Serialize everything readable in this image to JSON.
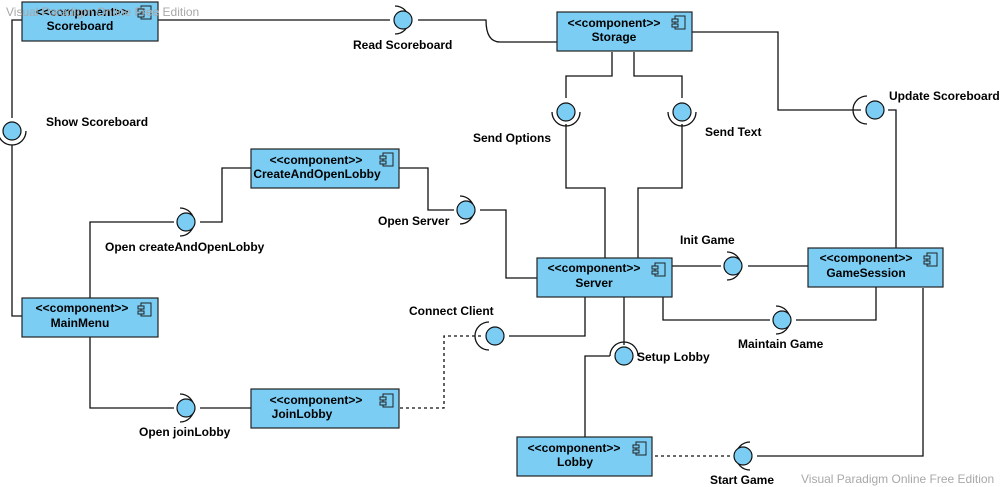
{
  "colors": {
    "component_fill": "#7bcdf4",
    "line": "#111111",
    "watermark": "#a8a8a8"
  },
  "watermark": {
    "top_left": "Visual Paradigm Online Free Edition",
    "bottom_right": "Visual Paradigm Online Free Edition"
  },
  "components": {
    "scoreboard": {
      "stereotype": "<<component>>",
      "name": "Scoreboard"
    },
    "storage": {
      "stereotype": "<<component>>",
      "name": "Storage"
    },
    "create_and_open_lobby": {
      "stereotype": "<<component>>",
      "name": "CreateAndOpenLobby"
    },
    "server": {
      "stereotype": "<<component>>",
      "name": "Server"
    },
    "game_session": {
      "stereotype": "<<component>>",
      "name": "GameSession"
    },
    "main_menu": {
      "stereotype": "<<component>>",
      "name": "MainMenu"
    },
    "join_lobby": {
      "stereotype": "<<component>>",
      "name": "JoinLobby"
    },
    "lobby": {
      "stereotype": "<<component>>",
      "name": "Lobby"
    }
  },
  "interfaces": {
    "read_scoreboard": "Read Scoreboard",
    "show_scoreboard": "Show Scoreboard",
    "send_options": "Send Options",
    "send_text": "Send Text",
    "update_scoreboard": "Update Scoreboard",
    "open_server": "Open Server",
    "open_create_and_open_lobby": "Open createAndOpenLobby",
    "init_game": "Init Game",
    "connect_client": "Connect Client",
    "maintain_game": "Maintain Game",
    "setup_lobby": "Setup Lobby",
    "open_join_lobby": "Open joinLobby",
    "start_game": "Start Game"
  },
  "icons": [
    "component-icon"
  ]
}
